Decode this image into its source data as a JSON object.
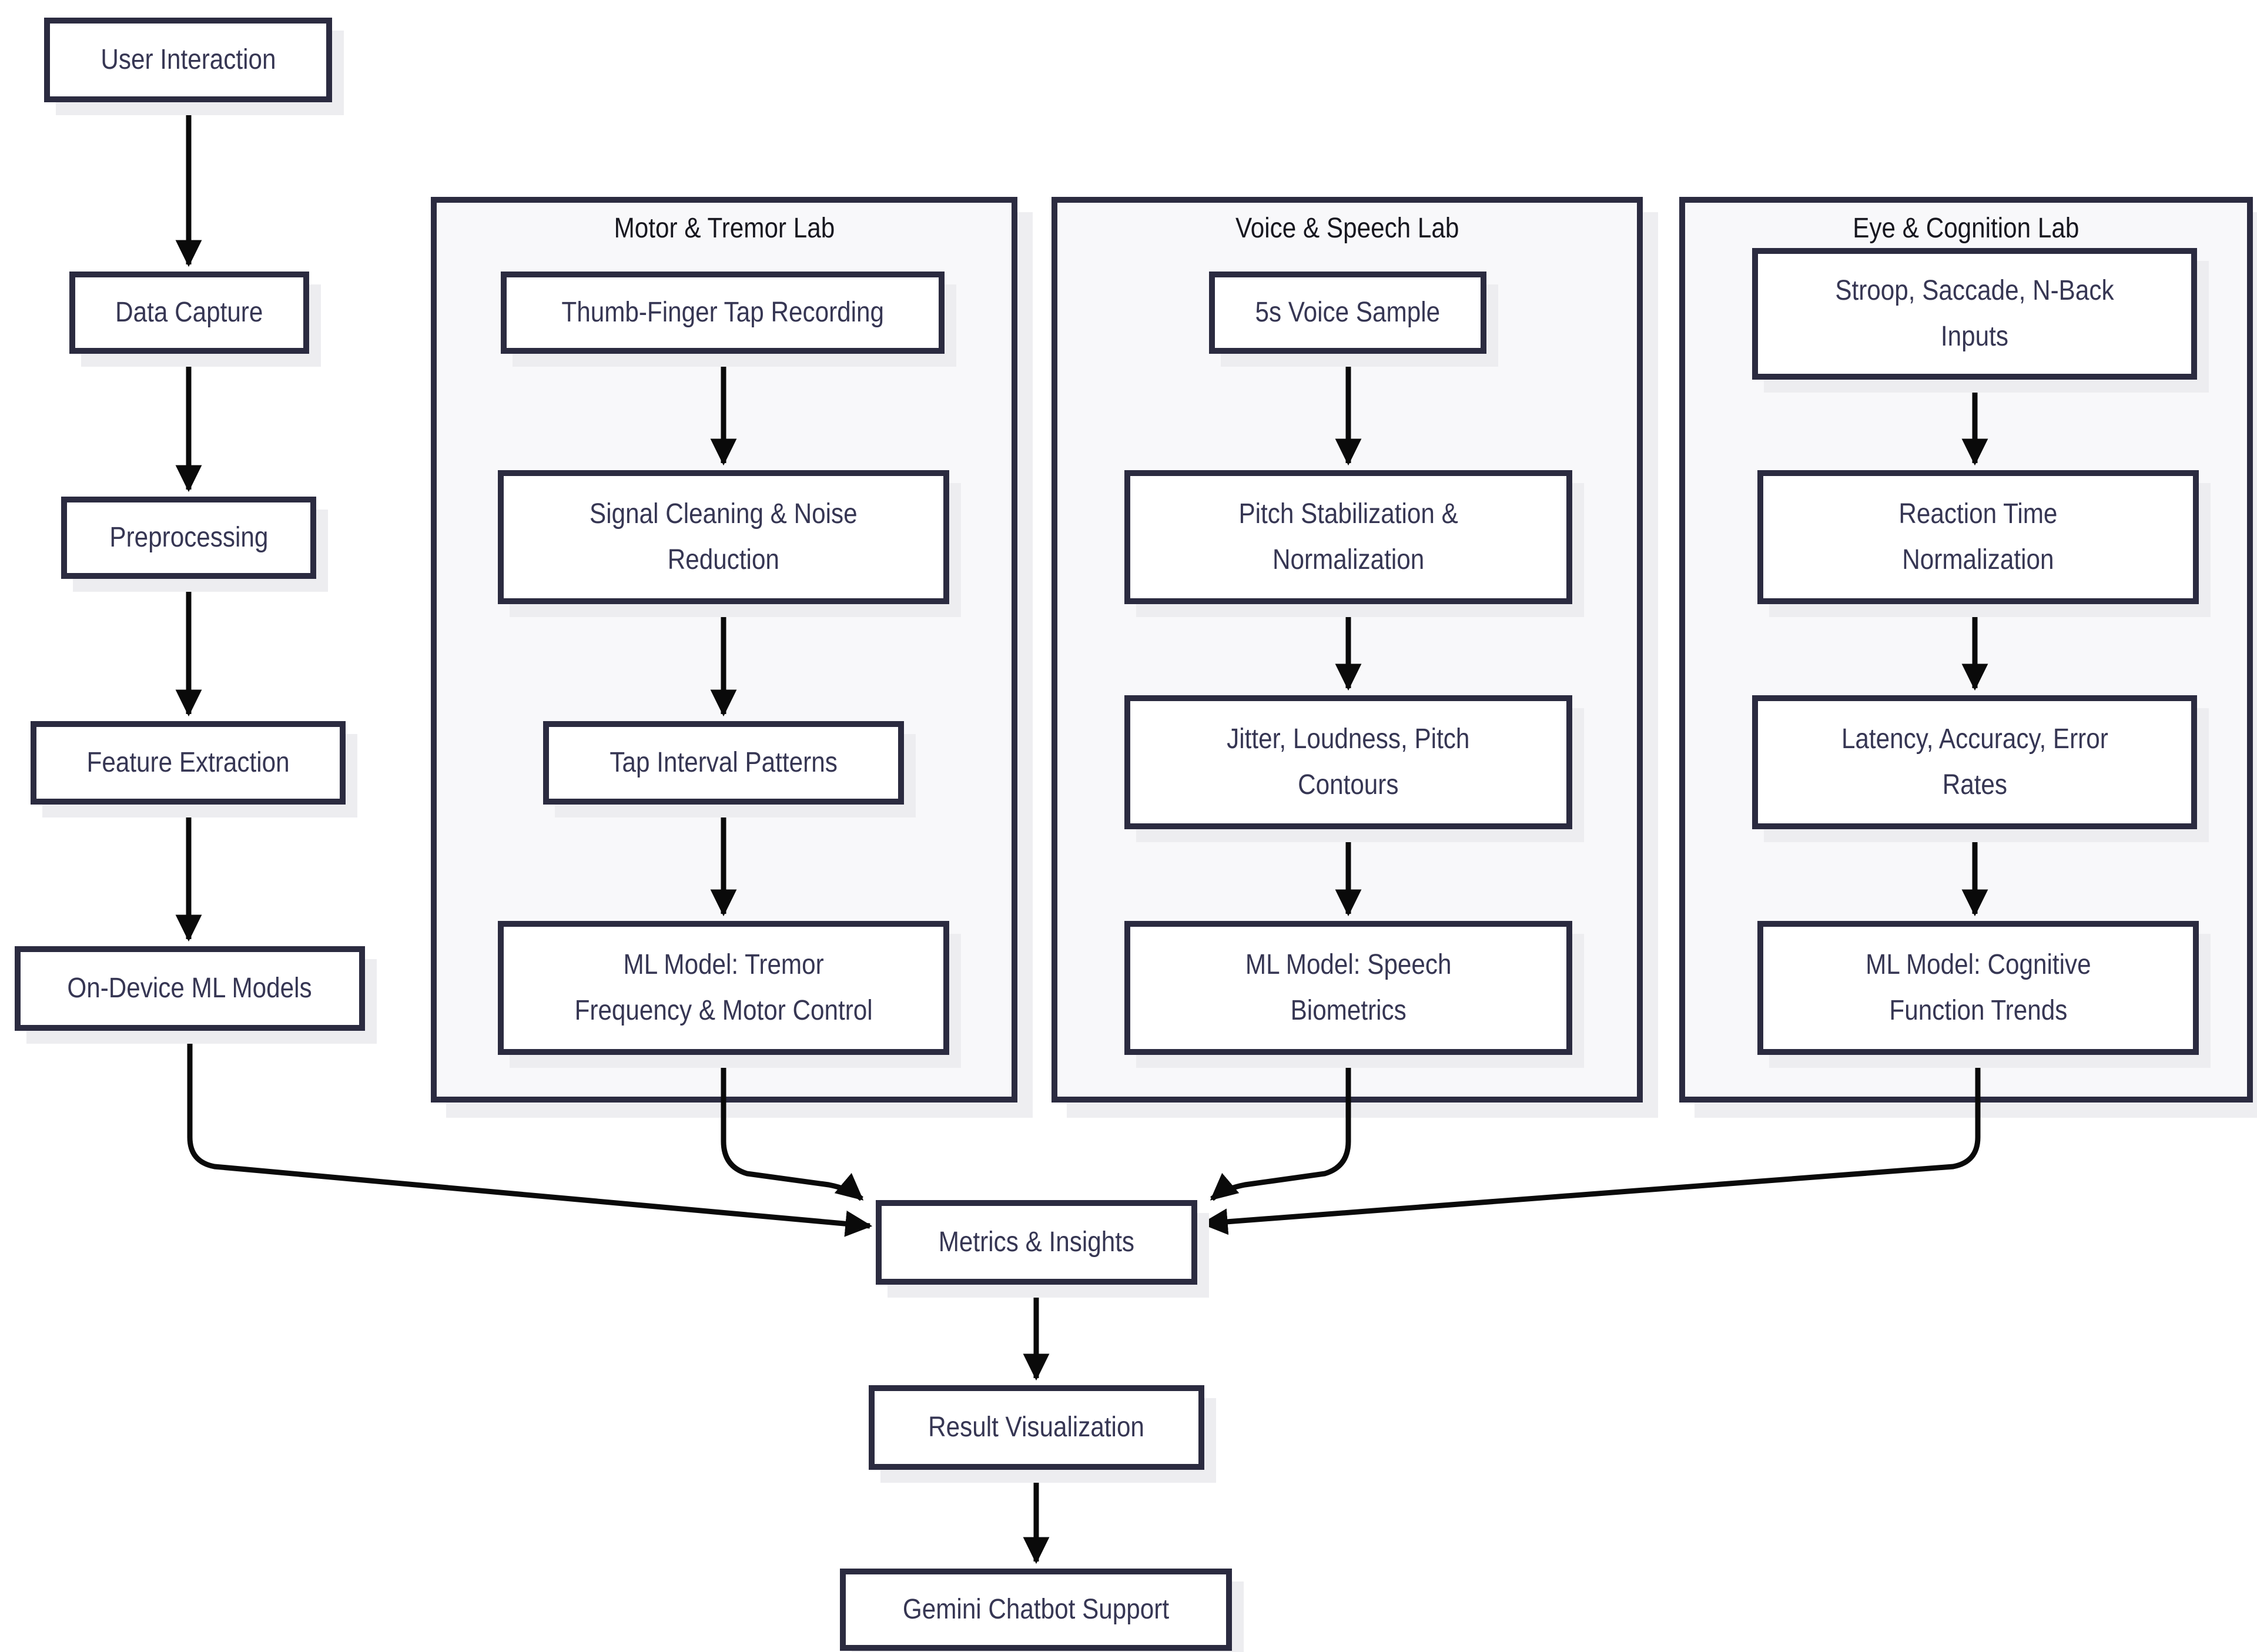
{
  "diagram": {
    "type": "flowchart",
    "direction": "top-down"
  },
  "colors": {
    "background": "#ffffff",
    "node_fill": "#ffffff",
    "node_border": "#2b2b40",
    "lab_fill": "#f8f8fa",
    "lab_border": "#2b2b40",
    "shadow": "#ededf0",
    "node_text": "#363653",
    "lab_title_text": "#17171f",
    "arrow": "#0a0a0a"
  },
  "labs": {
    "motor": {
      "title": "Motor & Tremor Lab"
    },
    "voice": {
      "title": "Voice & Speech Lab"
    },
    "eye": {
      "title": "Eye & Cognition Lab"
    }
  },
  "nodes": {
    "user_interaction": "User Interaction",
    "data_capture": "Data Capture",
    "preprocessing": "Preprocessing",
    "feature_extraction": "Feature Extraction",
    "on_device_ml": "On-Device ML Models",
    "thumb_tap": "Thumb-Finger Tap Recording",
    "signal_cleaning": "Signal Cleaning & Noise\nReduction",
    "tap_interval": "Tap Interval Patterns",
    "ml_tremor": "ML Model: Tremor\nFrequency & Motor Control",
    "voice_sample": "5s Voice Sample",
    "pitch_stabilization": "Pitch Stabilization &\nNormalization",
    "jitter_loudness": "Jitter, Loudness, Pitch\nContours",
    "ml_speech": "ML Model: Speech\nBiometrics",
    "stroop_inputs": "Stroop, Saccade, N-Back\nInputs",
    "reaction_time": "Reaction Time\nNormalization",
    "latency_accuracy": "Latency, Accuracy, Error\nRates",
    "ml_cognitive": "ML Model: Cognitive\nFunction Trends",
    "metrics_insights": "Metrics & Insights",
    "result_visualization": "Result Visualization",
    "gemini_chatbot": "Gemini Chatbot Support"
  }
}
